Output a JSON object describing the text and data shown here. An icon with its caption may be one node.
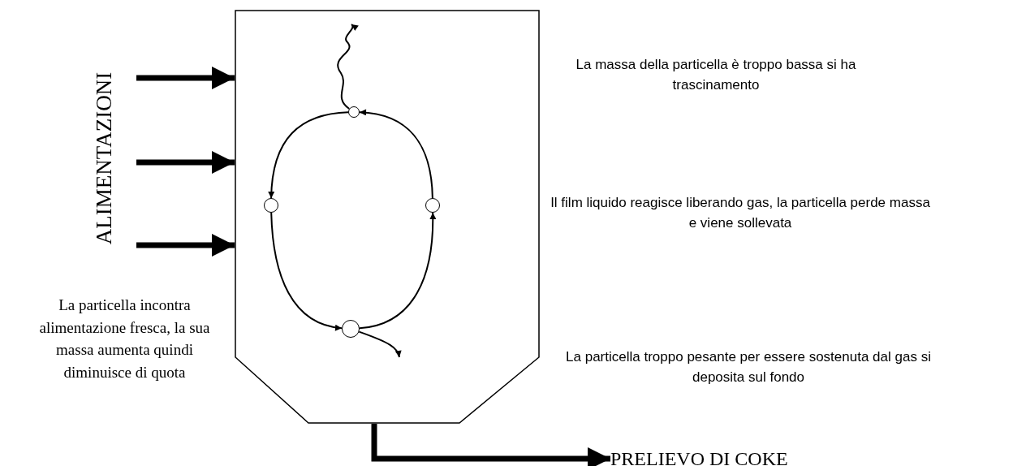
{
  "diagram": {
    "nodes": [
      {
        "text": [],
        "shape": "box"
      },
      {
        "text": [],
        "shape": "circle",
        "in": 0
      },
      {
        "text": [],
        "shape": "circle",
        "in": 0
      },
      {
        "text": [],
        "shape": "circle",
        "in": 0
      },
      {
        "text": [],
        "shape": "circle",
        "in": 0
      },
      {
        "text": [
          "PRELIEVO DI COKE"
        ]
      }
    ],
    "edges": [
      {
        "from": null,
        "to": 0,
        "arrow": "to",
        "style": "thick"
      },
      {
        "from": null,
        "to": 0,
        "arrow": "to",
        "style": "thick"
      },
      {
        "from": null,
        "to": 0,
        "arrow": "to",
        "style": "thick"
      },
      {
        "from": 1,
        "to": 2,
        "arrow": "to"
      },
      {
        "from": 2,
        "to": 4,
        "arrow": "to"
      },
      {
        "from": 4,
        "to": 3,
        "arrow": "to"
      },
      {
        "from": 3,
        "to": 1,
        "arrow": "to"
      },
      {
        "from": 1,
        "to": null,
        "arrow": "to"
      },
      {
        "from": 4,
        "to": null,
        "arrow": "to"
      },
      {
        "from": 0,
        "to": 5,
        "arrow": "to",
        "style": "thick"
      }
    ],
    "labels": [
      "ALIMENTAZIONI",
      "La massa della particella è troppo bassa si ha trascinamento",
      "Il film liquido reagisce liberando gas, la particella perde massa e viene sollevata",
      "La particella incontra alimentazione fresca, la sua massa aumenta quindi diminuisce di quota",
      "La particella troppo pesante per essere sostenuta dal gas si deposita sul fondo"
    ]
  }
}
